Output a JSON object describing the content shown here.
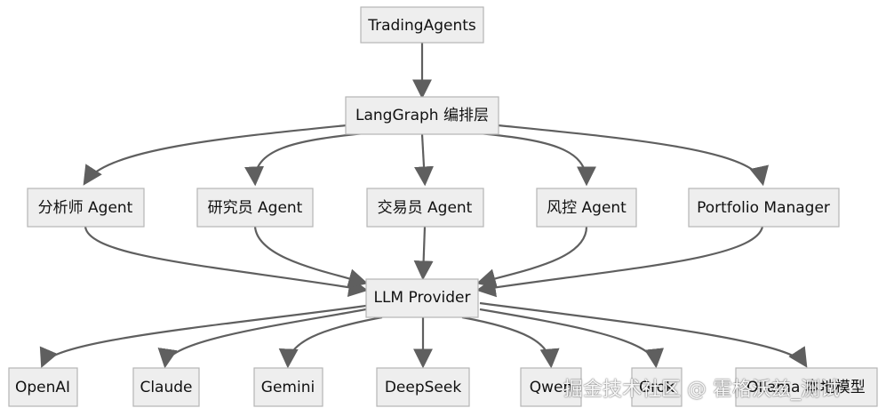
{
  "diagram": {
    "nodes": [
      {
        "id": "tradingagents",
        "label": "TradingAgents"
      },
      {
        "id": "langgraph",
        "label": "LangGraph 编排层"
      },
      {
        "id": "analyst",
        "label": "分析师 Agent"
      },
      {
        "id": "researcher",
        "label": "研究员 Agent"
      },
      {
        "id": "trader",
        "label": "交易员 Agent"
      },
      {
        "id": "risk",
        "label": "风控 Agent"
      },
      {
        "id": "portfolio",
        "label": "Portfolio Manager"
      },
      {
        "id": "llm",
        "label": "LLM Provider"
      },
      {
        "id": "openai",
        "label": "OpenAI"
      },
      {
        "id": "claude",
        "label": "Claude"
      },
      {
        "id": "gemini",
        "label": "Gemini"
      },
      {
        "id": "deepseek",
        "label": "DeepSeek"
      },
      {
        "id": "qwen",
        "label": "Qwen"
      },
      {
        "id": "grok",
        "label": "Grok"
      },
      {
        "id": "ollama",
        "label": "Ollama 本地模型"
      }
    ],
    "edges": [
      {
        "from": "tradingagents",
        "to": "langgraph"
      },
      {
        "from": "langgraph",
        "to": "analyst"
      },
      {
        "from": "langgraph",
        "to": "researcher"
      },
      {
        "from": "langgraph",
        "to": "trader"
      },
      {
        "from": "langgraph",
        "to": "risk"
      },
      {
        "from": "langgraph",
        "to": "portfolio"
      },
      {
        "from": "analyst",
        "to": "llm"
      },
      {
        "from": "researcher",
        "to": "llm"
      },
      {
        "from": "trader",
        "to": "llm"
      },
      {
        "from": "risk",
        "to": "llm"
      },
      {
        "from": "portfolio",
        "to": "llm"
      },
      {
        "from": "llm",
        "to": "openai"
      },
      {
        "from": "llm",
        "to": "claude"
      },
      {
        "from": "llm",
        "to": "gemini"
      },
      {
        "from": "llm",
        "to": "deepseek"
      },
      {
        "from": "llm",
        "to": "qwen"
      },
      {
        "from": "llm",
        "to": "grok"
      },
      {
        "from": "llm",
        "to": "ollama"
      }
    ]
  },
  "watermark": "掘金技术社区 @ 霍格沃兹_测试",
  "colors": {
    "node_fill": "#eeeeee",
    "node_border": "#b5b5b5",
    "edge": "#5f5f5f",
    "text": "#111111"
  }
}
